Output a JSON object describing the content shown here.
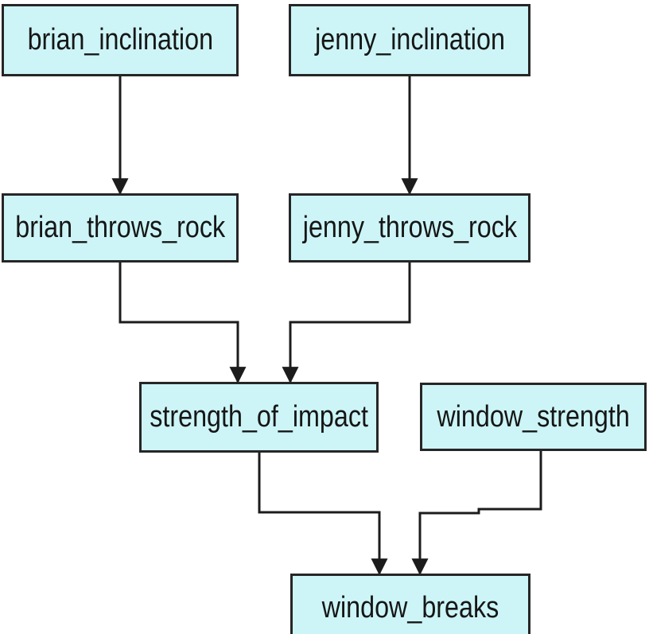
{
  "diagram": {
    "kind": "causal-graph",
    "colors": {
      "background": "#ffffff",
      "node_fill": "#cdf5f7",
      "node_border": "#262626",
      "edge": "#1c1c1c",
      "text": "#161616"
    },
    "nodes": [
      {
        "id": "brian_inclination",
        "label": "brian_inclination"
      },
      {
        "id": "jenny_inclination",
        "label": "jenny_inclination"
      },
      {
        "id": "brian_throws_rock",
        "label": "brian_throws_rock"
      },
      {
        "id": "jenny_throws_rock",
        "label": "jenny_throws_rock"
      },
      {
        "id": "strength_of_impact",
        "label": "strength_of_impact"
      },
      {
        "id": "window_strength",
        "label": "window_strength"
      },
      {
        "id": "window_breaks",
        "label": "window_breaks"
      }
    ],
    "edges": [
      {
        "from": "brian_inclination",
        "to": "brian_throws_rock"
      },
      {
        "from": "jenny_inclination",
        "to": "jenny_throws_rock"
      },
      {
        "from": "brian_throws_rock",
        "to": "strength_of_impact"
      },
      {
        "from": "jenny_throws_rock",
        "to": "strength_of_impact"
      },
      {
        "from": "strength_of_impact",
        "to": "window_breaks"
      },
      {
        "from": "window_strength",
        "to": "window_breaks"
      }
    ]
  }
}
